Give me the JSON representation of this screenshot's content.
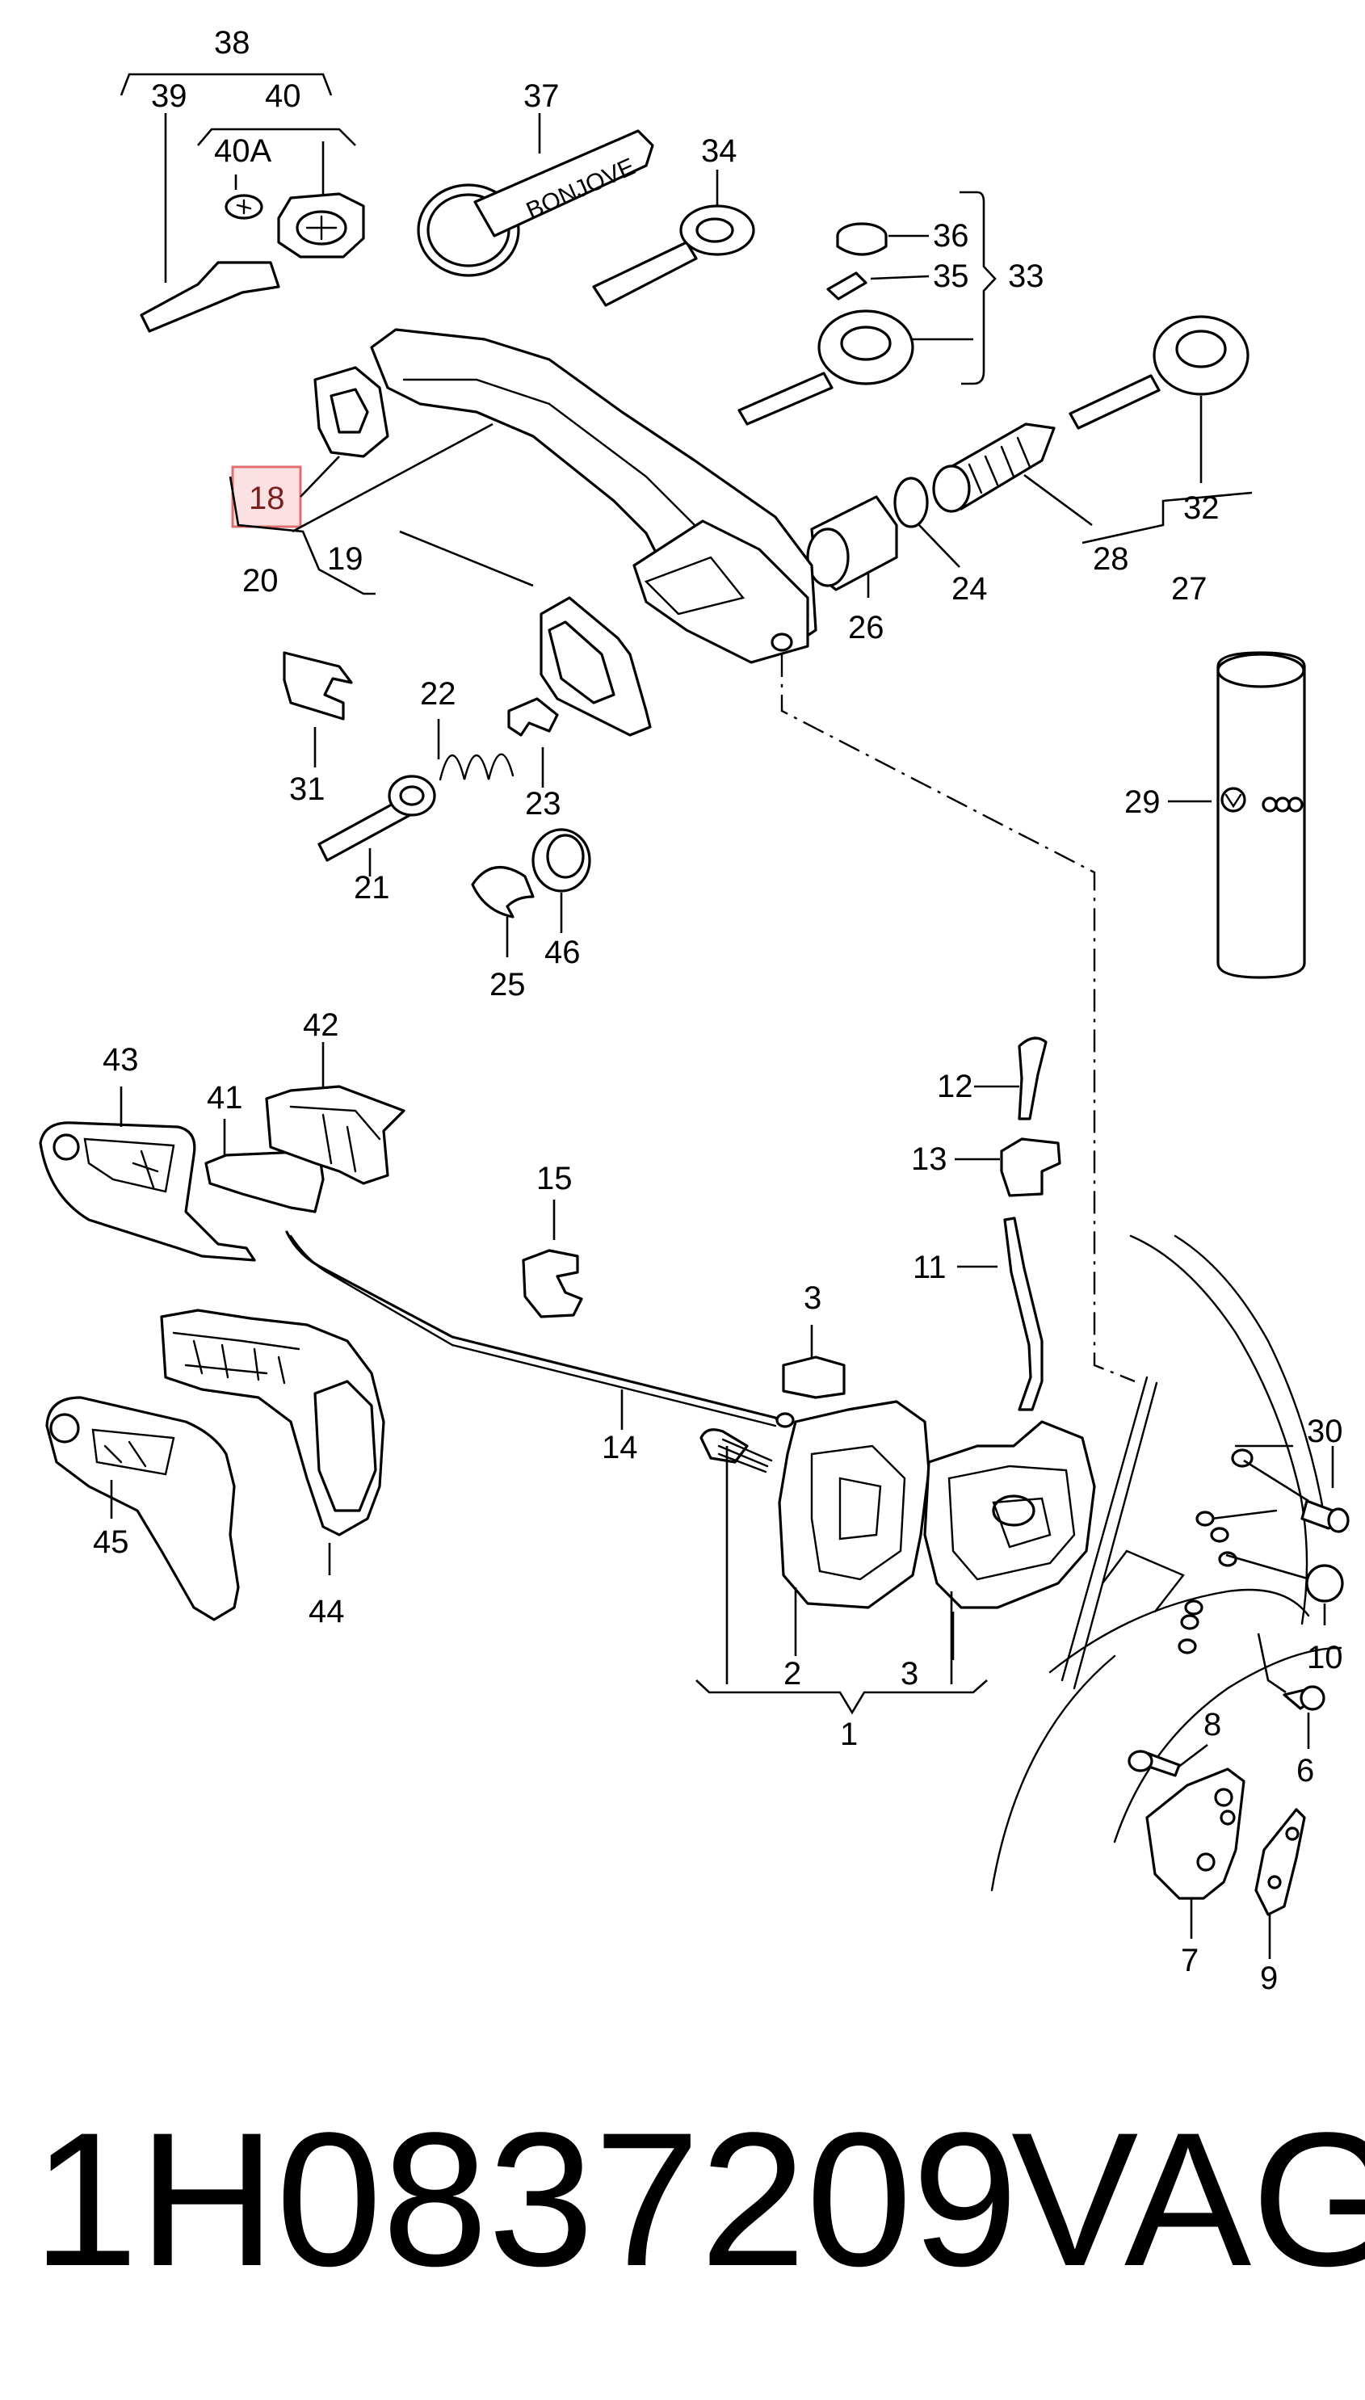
{
  "footer": {
    "part_number": "1H0837209",
    "brand": "VAG"
  },
  "highlight": {
    "label": "18",
    "color": "#e07070"
  },
  "keyring_text": "BONJOVE",
  "labels": {
    "l38": "38",
    "l39": "39",
    "l40": "40",
    "l40A": "40A",
    "l37": "37",
    "l34": "34",
    "l36": "36",
    "l35": "35",
    "l33": "33",
    "l32": "32",
    "l28": "28",
    "l27": "27",
    "l24": "24",
    "l26": "26",
    "l18": "18",
    "l19": "19",
    "l20": "20",
    "l22": "22",
    "l31": "31",
    "l23": "23",
    "l21": "21",
    "l25": "25",
    "l46": "46",
    "l29": "29",
    "l42": "42",
    "l43": "43",
    "l41": "41",
    "l15": "15",
    "l12": "12",
    "l13": "13",
    "l11": "11",
    "l3a": "3",
    "l14": "14",
    "l45": "45",
    "l44": "44",
    "l2": "2",
    "l3b": "3",
    "l1": "1",
    "l30": "30",
    "l10": "10",
    "l8": "8",
    "l6": "6",
    "l7": "7",
    "l9": "9"
  }
}
